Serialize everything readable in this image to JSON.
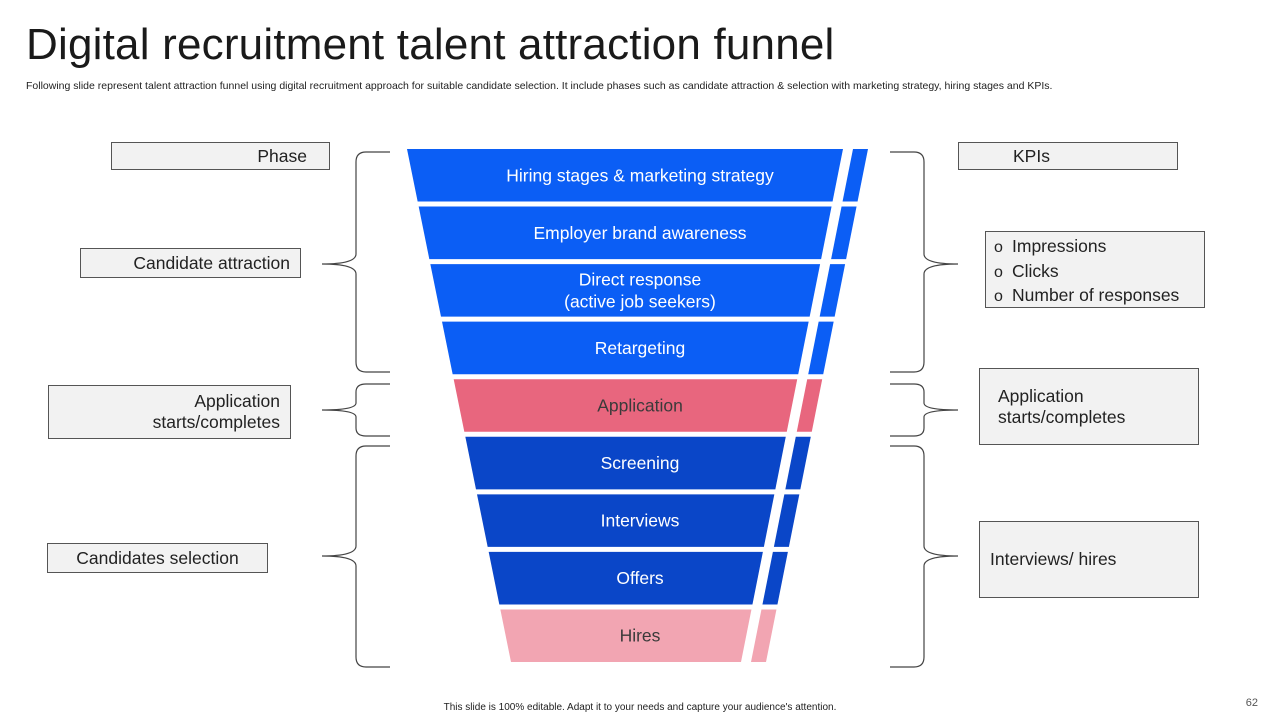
{
  "title": "Digital recruitment talent attraction funnel",
  "subtitle": "Following slide represent talent attraction funnel using digital recruitment approach for suitable candidate selection. It include phases such as candidate attraction & selection with marketing strategy, hiring stages and KPIs.",
  "headers": {
    "phase": "Phase",
    "kpis": "KPIs"
  },
  "phases": [
    {
      "lines": [
        "Candidate attraction"
      ]
    },
    {
      "lines": [
        "Application",
        "starts/completes"
      ]
    },
    {
      "lines": [
        "Candidates selection"
      ]
    }
  ],
  "kpis": {
    "attraction": {
      "bullet": "o",
      "items": [
        "Impressions",
        "Clicks",
        "Number of responses"
      ]
    },
    "application": {
      "lines": [
        "Application",
        "starts/completes"
      ]
    },
    "selection": {
      "lines": [
        "Interviews/ hires"
      ]
    }
  },
  "funnel": {
    "colors": {
      "blue": "#0b5ef5",
      "pink": "#e8667e",
      "navy": "#0a46c8",
      "light_pink": "#f2a5b2"
    },
    "stages": [
      {
        "lines": [
          "Hiring stages & marketing strategy"
        ],
        "color": "#0b5ef5"
      },
      {
        "lines": [
          "Employer brand awareness"
        ],
        "color": "#0b5ef5"
      },
      {
        "lines": [
          "Direct response",
          "(active job seekers)"
        ],
        "color": "#0b5ef5"
      },
      {
        "lines": [
          "Retargeting"
        ],
        "color": "#0b5ef5"
      },
      {
        "lines": [
          "Application"
        ],
        "color": "#e8667e",
        "dark_text": true
      },
      {
        "lines": [
          "Screening"
        ],
        "color": "#0a46c8"
      },
      {
        "lines": [
          "Interviews"
        ],
        "color": "#0a46c8"
      },
      {
        "lines": [
          "Offers"
        ],
        "color": "#0a46c8"
      },
      {
        "lines": [
          "Hires"
        ],
        "color": "#f2a5b2",
        "dark_text": true
      }
    ]
  },
  "footer": "This slide is 100% editable. Adapt it to your needs and capture your audience's attention.",
  "page_number": "62"
}
